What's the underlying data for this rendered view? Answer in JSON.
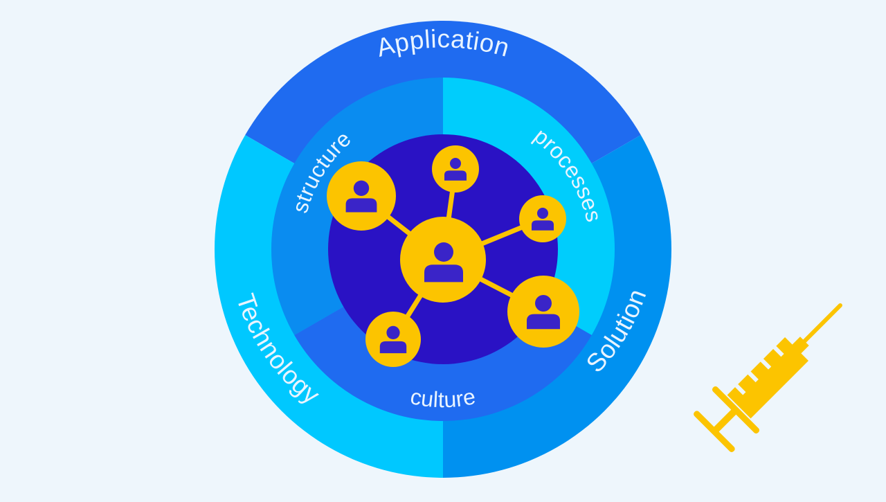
{
  "diagram": {
    "outer_ring": [
      {
        "label": "Application",
        "color": "#1f6bf0"
      },
      {
        "label": "Solution",
        "color": "#0091f0"
      },
      {
        "label": "Technology",
        "color": "#00c8ff"
      }
    ],
    "inner_ring": [
      {
        "label": "structure",
        "color": "#0a8cf0"
      },
      {
        "label": "processes",
        "color": "#00cdfc"
      },
      {
        "label": "culture",
        "color": "#1f6bf0"
      }
    ],
    "core_color": "#2a12c4",
    "network": {
      "node_color": "#fcc400",
      "person_color": "#3a24c8",
      "hub": "person-icon",
      "satellites": 5
    },
    "syringe": {
      "icon": "syringe-icon",
      "color": "#fcc400"
    },
    "background": "#eef6fc"
  }
}
